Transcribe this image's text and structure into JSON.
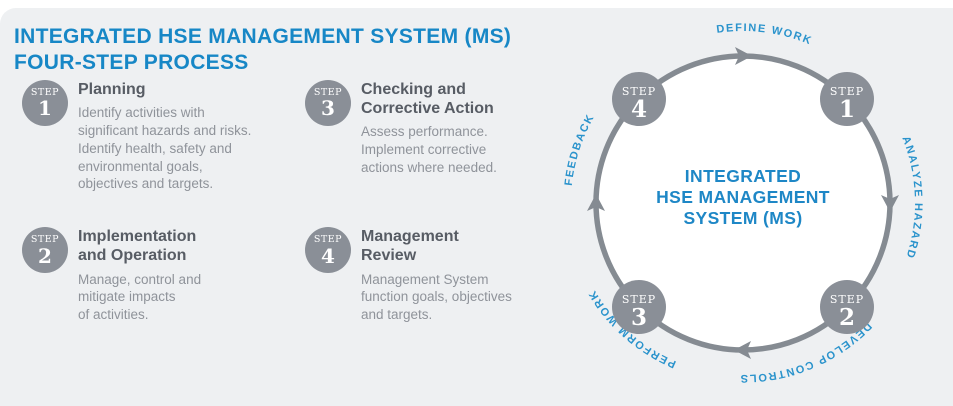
{
  "title": "INTEGRATED HSE MANAGEMENT SYSTEM (MS)\nFOUR-STEP PROCESS",
  "steps": [
    {
      "badge_label": "STEP",
      "number": "1",
      "heading": "Planning",
      "body": "Identify activities with\nsignificant hazards and risks.\nIdentify health, safety and\nenvironmental goals,\nobjectives and targets."
    },
    {
      "badge_label": "STEP",
      "number": "2",
      "heading": "Implementation\nand Operation",
      "body": "Manage, control and\nmitigate impacts\nof activities."
    },
    {
      "badge_label": "STEP",
      "number": "3",
      "heading": "Checking and\nCorrective Action",
      "body": "Assess performance.\nImplement corrective\nactions where needed."
    },
    {
      "badge_label": "STEP",
      "number": "4",
      "heading": "Management\nReview",
      "body": "Management System\nfunction goals, objectives\nand targets."
    }
  ],
  "cycle": {
    "center": {
      "line1": "INTEGRATED",
      "line2": "HSE MANAGEMENT",
      "line3": "SYSTEM (MS)"
    },
    "badges": [
      {
        "label": "STEP",
        "number": "1"
      },
      {
        "label": "STEP",
        "number": "2"
      },
      {
        "label": "STEP",
        "number": "3"
      },
      {
        "label": "STEP",
        "number": "4"
      }
    ],
    "ring_labels": {
      "feedback": "FEEDBACK",
      "define_work": "DEFINE WORK",
      "analyze_hazard": "ANALYZE HAZARD",
      "develop_controls": "DEVELOP CONTROLS",
      "perform_work": "PERFORM WORK"
    }
  },
  "colors": {
    "background": "#eef0f2",
    "accent_blue": "#1787c6",
    "ring_label_blue": "#2a93cc",
    "badge_gray": "#8a8f97",
    "ring_gray": "#858b92",
    "heading_gray": "#575c64",
    "body_gray": "#8f939a"
  }
}
